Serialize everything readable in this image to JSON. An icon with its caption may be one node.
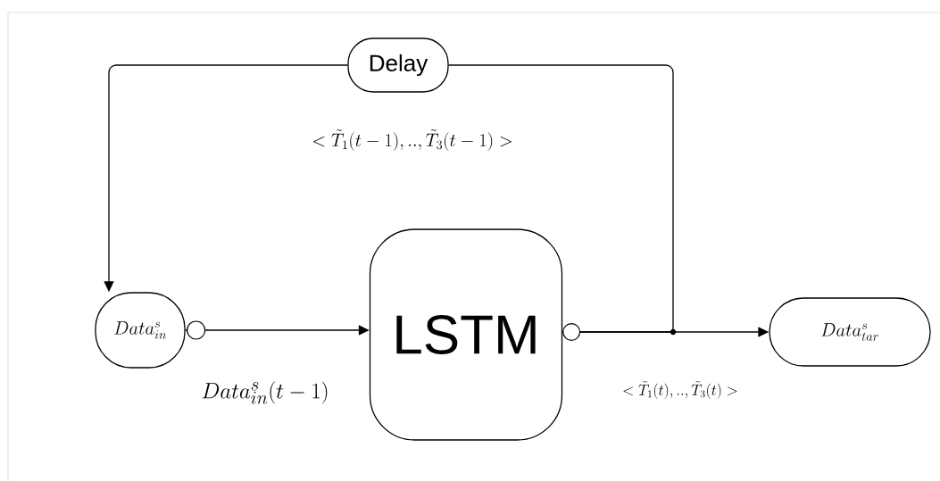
{
  "diagram": {
    "nodes": [
      {
        "text": [
          "Delay"
        ]
      },
      {
        "text": [
          "Data_{in}^{s}"
        ]
      },
      {
        "text": [
          "LSTM"
        ]
      },
      {
        "text": [
          "Data_{tar}^{s}"
        ]
      }
    ],
    "edges": [
      {
        "from": 0,
        "to": 1,
        "arrow": "to"
      },
      {
        "from": 1,
        "to": 2,
        "arrow": "to"
      },
      {
        "from": 2,
        "to": 3,
        "arrow": "to"
      },
      {
        "from": 2,
        "to": 0,
        "arrow": "other"
      }
    ],
    "labels": [
      "< \\tilde{T}_1(t-1),..,\\tilde{T}_3(t-1) >",
      "Data_{in}^{s}(t-1)",
      "< \\tilde{T}_1(t),..,\\tilde{T}_3(t) >"
    ]
  }
}
